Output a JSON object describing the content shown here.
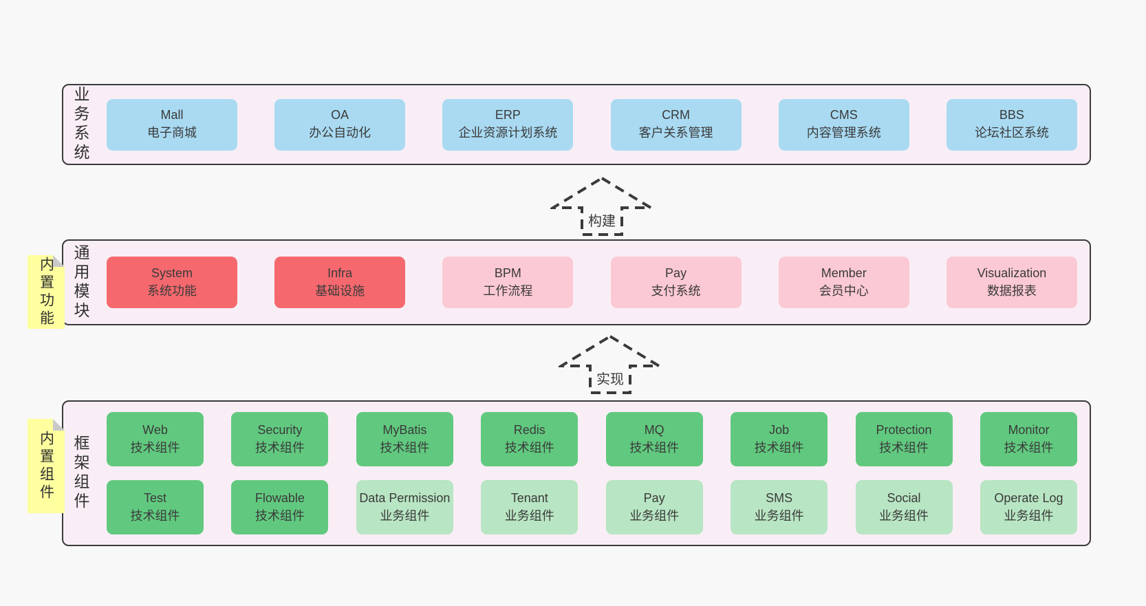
{
  "palette": {
    "page_bg": "#f8f8f8",
    "panel_bg": "#f9eef6",
    "panel_border": "#3a3a3a",
    "blue_box": "#a9daf2",
    "red_box": "#f5696e",
    "pink_box": "#fbc9d4",
    "green_box": "#61c97f",
    "green_light_box": "#b8e5c3",
    "sticky_yellow": "#feff9e",
    "sticky_fold_gray": "#c9c9c9",
    "text": "#3a3a3a"
  },
  "rows": {
    "business": {
      "label": "业务系统",
      "boxes": [
        {
          "en": "Mall",
          "zh": "电子商城",
          "color": "blue"
        },
        {
          "en": "OA",
          "zh": "办公自动化",
          "color": "blue"
        },
        {
          "en": "ERP",
          "zh": "企业资源计划系统",
          "color": "blue"
        },
        {
          "en": "CRM",
          "zh": "客户关系管理",
          "color": "blue"
        },
        {
          "en": "CMS",
          "zh": "内容管理系统",
          "color": "blue"
        },
        {
          "en": "BBS",
          "zh": "论坛社区系统",
          "color": "blue"
        }
      ]
    },
    "modules": {
      "label": "通用模块",
      "sticky": "内置功能",
      "boxes": [
        {
          "en": "System",
          "zh": "系统功能",
          "color": "red"
        },
        {
          "en": "Infra",
          "zh": "基础设施",
          "color": "red"
        },
        {
          "en": "BPM",
          "zh": "工作流程",
          "color": "pink"
        },
        {
          "en": "Pay",
          "zh": "支付系统",
          "color": "pink"
        },
        {
          "en": "Member",
          "zh": "会员中心",
          "color": "pink"
        },
        {
          "en": "Visualization",
          "zh": "数据报表",
          "color": "pink"
        }
      ]
    },
    "framework": {
      "label": "框架组件",
      "sticky": "内置组件",
      "grid": [
        [
          {
            "en": "Web",
            "zh": "技术组件",
            "color": "green"
          },
          {
            "en": "Security",
            "zh": "技术组件",
            "color": "green"
          },
          {
            "en": "MyBatis",
            "zh": "技术组件",
            "color": "green"
          },
          {
            "en": "Redis",
            "zh": "技术组件",
            "color": "green"
          },
          {
            "en": "MQ",
            "zh": "技术组件",
            "color": "green"
          },
          {
            "en": "Job",
            "zh": "技术组件",
            "color": "green"
          },
          {
            "en": "Protection",
            "zh": "技术组件",
            "color": "green"
          },
          {
            "en": "Monitor",
            "zh": "技术组件",
            "color": "green"
          }
        ],
        [
          {
            "en": "Test",
            "zh": "技术组件",
            "color": "green"
          },
          {
            "en": "Flowable",
            "zh": "技术组件",
            "color": "green"
          },
          {
            "en": "Data Permission",
            "zh": "业务组件",
            "color": "green-light"
          },
          {
            "en": "Tenant",
            "zh": "业务组件",
            "color": "green-light"
          },
          {
            "en": "Pay",
            "zh": "业务组件",
            "color": "green-light"
          },
          {
            "en": "SMS",
            "zh": "业务组件",
            "color": "green-light"
          },
          {
            "en": "Social",
            "zh": "业务组件",
            "color": "green-light"
          },
          {
            "en": "Operate Log",
            "zh": "业务组件",
            "color": "green-light"
          }
        ]
      ]
    }
  },
  "arrows": [
    {
      "label": "构建"
    },
    {
      "label": "实现"
    }
  ]
}
